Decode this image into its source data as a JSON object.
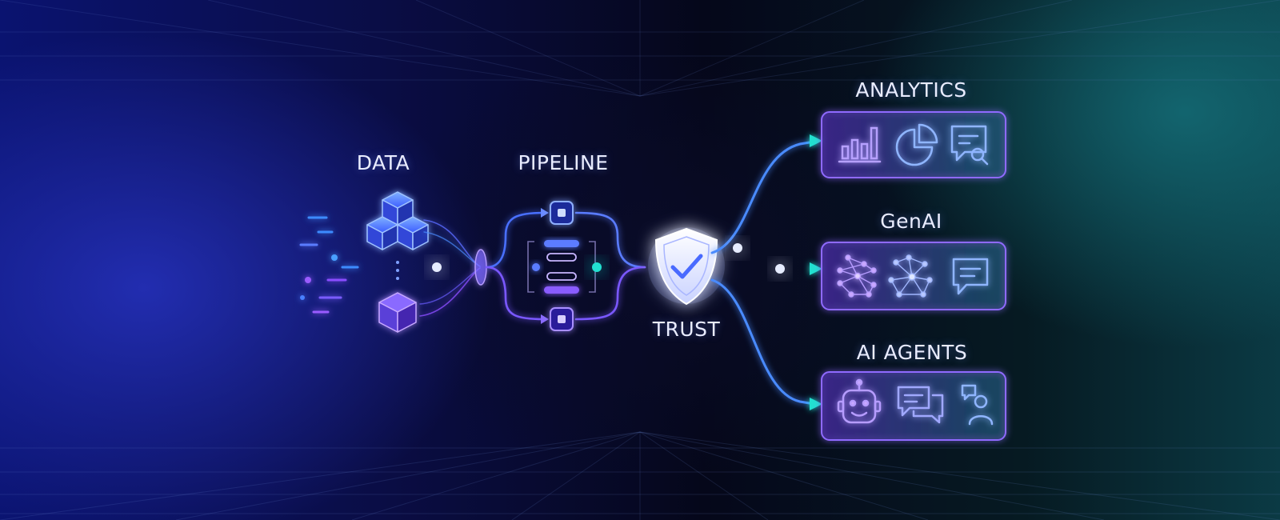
{
  "labels": {
    "data": "DATA",
    "pipeline": "PIPELINE",
    "trust": "TRUST",
    "analytics": "ANALYTICS",
    "genai": "GenAI",
    "ai_agents": "AI AGENTS"
  },
  "colors": {
    "blue": "#3d6bff",
    "violet": "#8a4dff",
    "cyan": "#22e0d0",
    "label": "#e9ecff",
    "panel_stroke": "#8f6bff"
  },
  "icons": {
    "data": [
      "cube-stack-icon",
      "cube-icon"
    ],
    "pipeline": [
      "node-top-icon",
      "node-bottom-icon",
      "filter-stack-icon"
    ],
    "trust": "shield-check-icon",
    "analytics": [
      "bar-chart-icon",
      "pie-chart-icon",
      "chat-search-icon"
    ],
    "genai": [
      "neural-network-icon",
      "neural-network-alt-icon",
      "chat-bubble-icon"
    ],
    "ai_agents": [
      "robot-icon",
      "chat-bubbles-icon",
      "user-support-icon"
    ]
  }
}
